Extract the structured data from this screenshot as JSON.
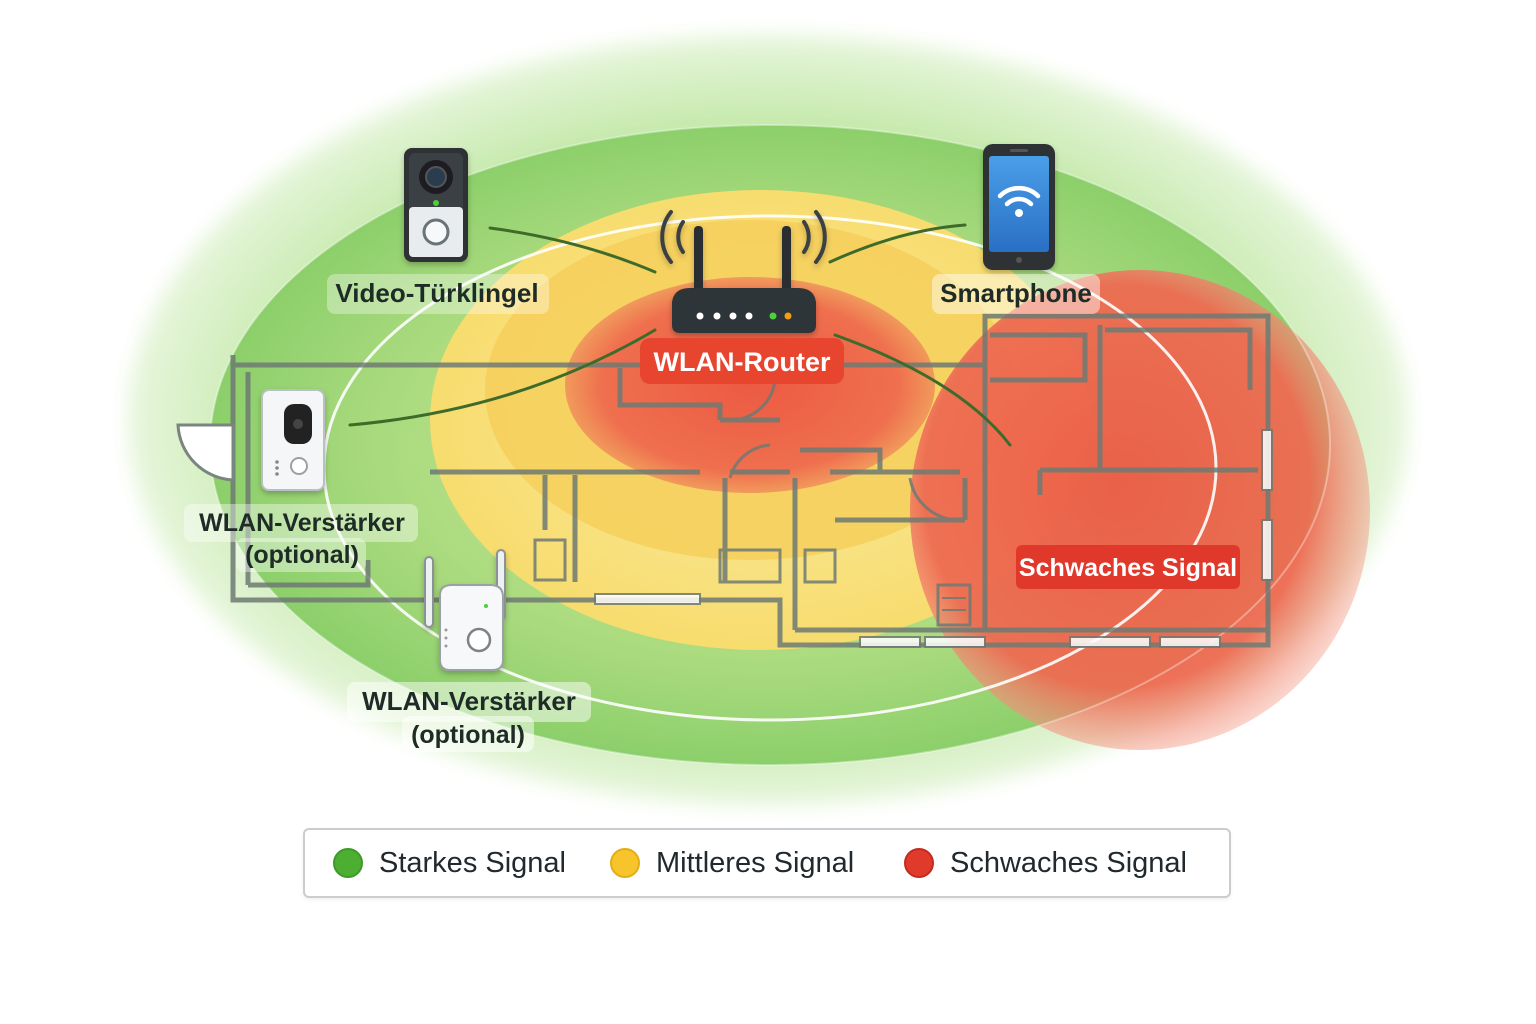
{
  "devices": {
    "router": {
      "label": "WLAN-Router",
      "icon": "wifi-router-icon"
    },
    "doorbell": {
      "label": "Video-Türklingel",
      "icon": "video-doorbell-icon"
    },
    "smartphone": {
      "label": "Smartphone",
      "icon": "smartphone-wifi-icon"
    },
    "repeater_wall": {
      "label_line1": "WLAN-Verstärker",
      "label_line2": "(optional)",
      "icon": "wall-repeater-icon"
    },
    "repeater_floor": {
      "label_line1": "WLAN-Verstärker",
      "label_line2": "(optional)",
      "icon": "antenna-repeater-icon"
    }
  },
  "zones": {
    "weak_zone_label": "Schwaches Signal"
  },
  "legend": [
    {
      "label": "Starkes Signal",
      "color": "#4caf32"
    },
    {
      "label": "Mittleres Signal",
      "color": "#f7c42c"
    },
    {
      "label": "Schwaches Signal",
      "color": "#e03a2c"
    }
  ],
  "colors": {
    "strong": "#8fd26a",
    "medium": "#f8e07a",
    "weak": "#ec5b45",
    "walls": "#6e7a73"
  }
}
